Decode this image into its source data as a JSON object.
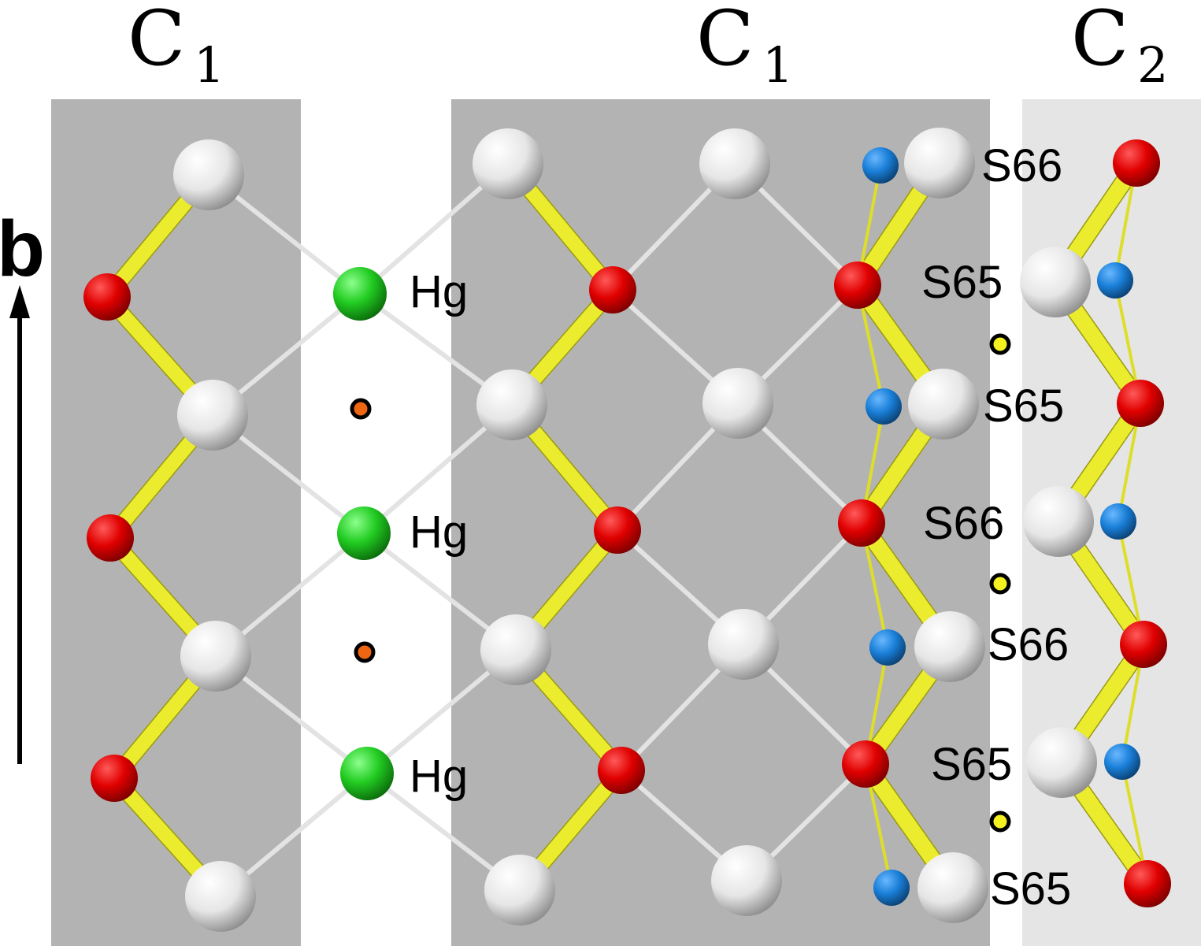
{
  "region_titles": [
    {
      "main": "C",
      "sub": "1"
    },
    {
      "main": "C",
      "sub": "1"
    },
    {
      "main": "C",
      "sub": "2"
    }
  ],
  "axis_label": "b",
  "atom_labels": {
    "hg": [
      "Hg",
      "Hg",
      "Hg"
    ],
    "right": [
      "S66",
      "S65",
      "S65",
      "S66",
      "S66",
      "S65",
      "S65"
    ]
  },
  "colors": {
    "panel_dark": "#b3b3b3",
    "panel_light": "#e5e5e5",
    "bond_strong": "#e8e830",
    "bond_weak": "#e0e0e0",
    "atom_white": "#f0f0f0",
    "atom_red": "#dd0000",
    "atom_green": "#22cc22",
    "atom_blue": "#1a7fd8",
    "site_orange": "#ee6611",
    "site_yellow": "#f5f020"
  }
}
